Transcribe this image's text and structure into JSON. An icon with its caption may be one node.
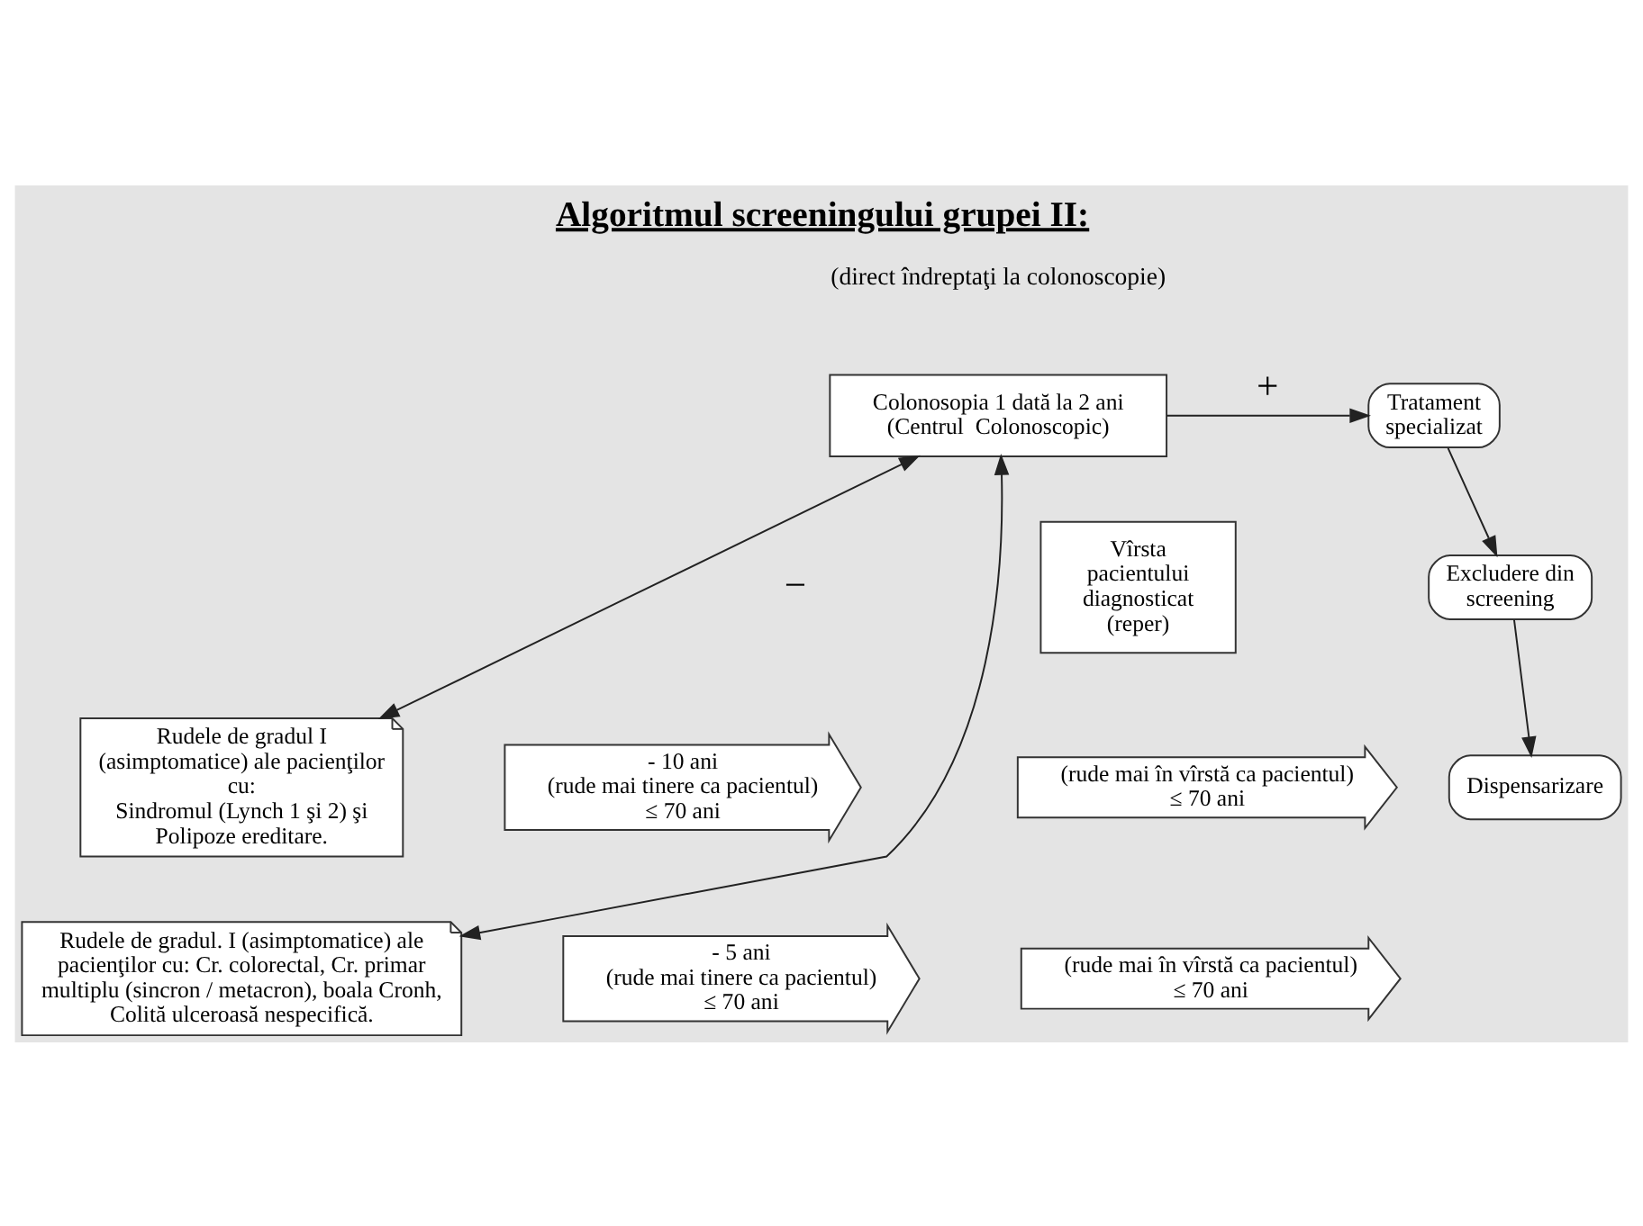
{
  "diagram": {
    "title": "Algoritmul screeningului grupei II:",
    "nodes": [
      {
        "text": [
          "Colonosopia 1 dată la 2 ani",
          "(Centrul  Colonoscopic)"
        ]
      },
      {
        "text": [
          "Tratament specializat"
        ]
      },
      {
        "text": [
          "Excludere din screening"
        ]
      },
      {
        "text": [
          "Dispensarizare"
        ]
      },
      {
        "text": [
          "Vîrsta pacientului diagnosticat (reper)"
        ]
      },
      {
        "text": [
          "Rudele de gradul I (asimptomatice) ale pacienţilor cu:",
          "Sindromul (Lynch 1 şi 2) şi Polipoze ereditare."
        ]
      },
      {
        "text": [
          "Rudele de gradul. I (asimptomatice) ale pacienţilor cu: Cr. colorectal, Cr. primar multiplu (sincron / metacron), boala Cronh, Colită ulceroasă nespecifică."
        ]
      },
      {
        "text": [
          "(rude mai în vîrstă ca pacientul)",
          "≤ 70 ani"
        ]
      },
      {
        "text": [
          "- 10 ani",
          "(rude mai tinere ca pacientul)",
          "≤ 70 ani"
        ]
      },
      {
        "text": [
          "(rude mai în vîrstă ca pacientul)",
          "≤ 70 ani"
        ]
      },
      {
        "text": [
          "- 5 ani",
          "(rude mai tinere ca pacientul)",
          "≤ 70 ani"
        ]
      }
    ],
    "edges": [
      {
        "from": 0,
        "to": 1,
        "arrow": "to",
        "label": "+"
      },
      {
        "from": 1,
        "to": 2,
        "arrow": "to"
      },
      {
        "from": 2,
        "to": 3,
        "arrow": "to"
      },
      {
        "from": 0,
        "to": 5,
        "arrow": "both",
        "label": "−"
      },
      {
        "from": 0,
        "to": 6,
        "arrow": "both"
      }
    ],
    "labels": [
      "(direct îndreptaţi la colonoscopie)"
    ]
  }
}
